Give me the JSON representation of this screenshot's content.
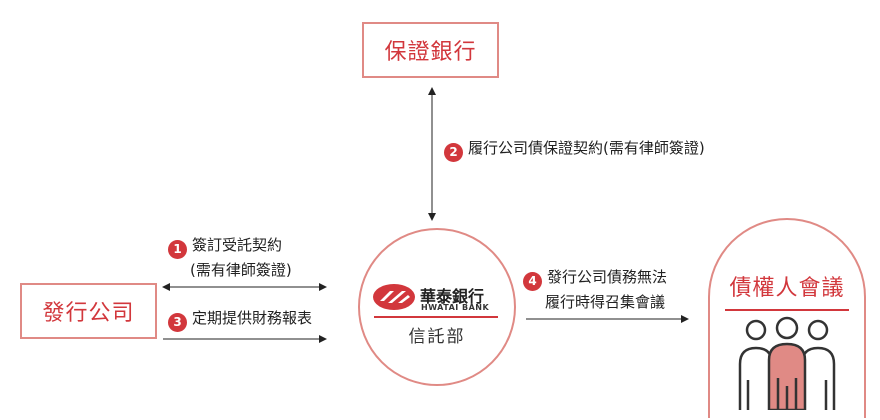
{
  "nodes": {
    "guarantor_bank": "保證銀行",
    "issuer": "發行公司",
    "trustee_name": "華泰銀行",
    "trustee_name_en": "HWATAI BANK",
    "trustee_dept": "信託部",
    "creditors": "債權人會議"
  },
  "steps": {
    "s1": {
      "num": "1",
      "line1": "簽訂受託契約",
      "line2": "(需有律師簽證)"
    },
    "s2": {
      "num": "2",
      "text": "履行公司債保證契約(需有律師簽證)"
    },
    "s3": {
      "num": "3",
      "text": "定期提供財務報表"
    },
    "s4": {
      "num": "4",
      "line1": "發行公司債務無法",
      "line2": "履行時得召集會議"
    }
  },
  "colors": {
    "accent": "#d2373c",
    "border": "#e08a85"
  }
}
